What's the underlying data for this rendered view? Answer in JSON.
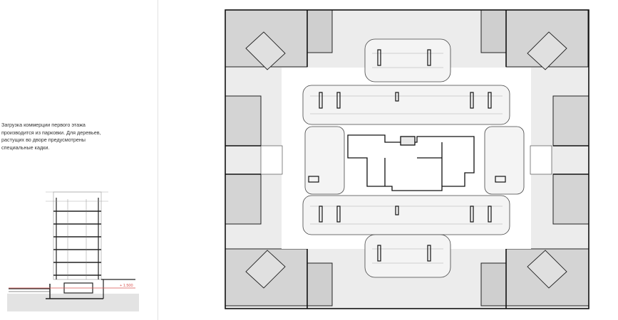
{
  "description": {
    "lines": [
      "Загрузка коммерции первого этажа",
      "производится из парковки. Для деревьев,",
      "растущих во дворе предусмотрены",
      "специальные кадки."
    ]
  },
  "section": {
    "level_label": "+ 1.500",
    "accent_color": "#d9534f"
  },
  "plan": {
    "wall_color": "#222222",
    "shade_color": "#d4d4d4",
    "parking_fill": "#f4f4f4"
  }
}
